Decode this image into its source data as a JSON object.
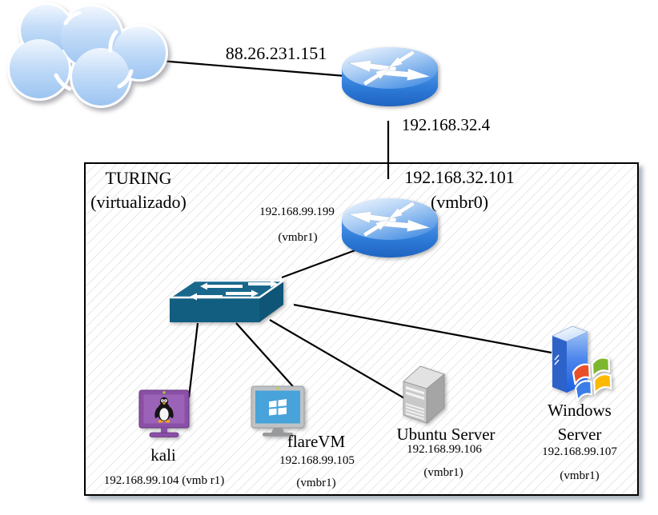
{
  "wan": {
    "ip": "88.26.231.151"
  },
  "edge_router": {
    "inside_ip": "192.168.32.4"
  },
  "turing_box": {
    "title": "TURING",
    "subtitle": "(virtualizado)"
  },
  "lan_router": {
    "wan_ip": "192.168.32.101",
    "wan_iface": "(vmbr0)",
    "lan_ip": "192.168.99.199",
    "lan_iface": "(vmbr1)"
  },
  "devices": {
    "kali": {
      "name": "kali",
      "ip_line": "192.168.99.104 (vmb r1)"
    },
    "flarevm": {
      "name": "flareVM",
      "ip": "192.168.99.105",
      "iface": "(vmbr1)"
    },
    "ubuntu": {
      "name": "Ubuntu Server",
      "ip": "192.168.99.106",
      "iface": "(vmbr1)"
    },
    "windows": {
      "name": "Windows Server",
      "ip": "192.168.99.107",
      "iface": "(vmbr1)"
    }
  },
  "icons": {
    "internet": "internet-cloud-icon",
    "edge_router": "router-icon",
    "lan_router": "router-icon",
    "switch": "switch-icon",
    "kali": "linux-monitor-icon",
    "flarevm": "windows-monitor-icon",
    "ubuntu": "server-tower-icon",
    "windows": "windows-server-tower-icon"
  },
  "colors": {
    "router_blue": "#2e7cd8",
    "switch_teal": "#115e80",
    "kali_purple": "#8a4fa6",
    "flare_screen_blue": "#47a3da",
    "ubuntu_gray": "#c9c9c9",
    "windows_blue": "#2d63c9",
    "line_black": "#000000"
  }
}
